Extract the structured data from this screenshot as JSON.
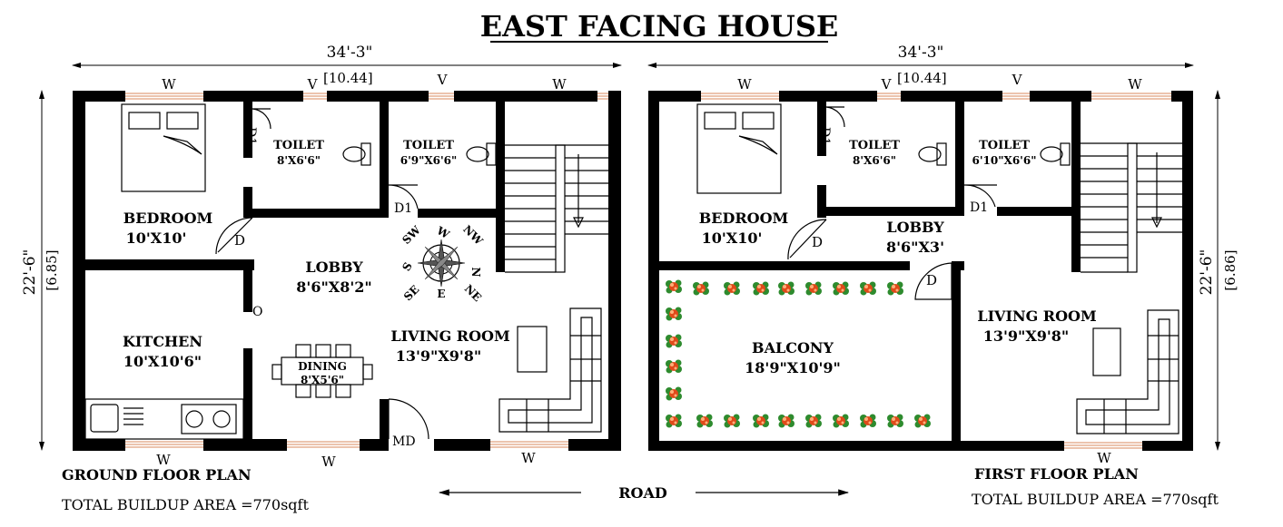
{
  "title": "EAST FACING HOUSE",
  "ground": {
    "width_dim": "34'-3\"",
    "width_m": "[10.44]",
    "height_dim": "22'-6\"",
    "height_m": "[6.85]",
    "rooms": {
      "bedroom_name": "BEDROOM",
      "bedroom_size": "10'X10'",
      "toilet1_name": "TOILET",
      "toilet1_size": "8'X6'6\"",
      "toilet2_name": "TOILET",
      "toilet2_size": "6'9\"X6'6\"",
      "lobby_name": "LOBBY",
      "lobby_size": "8'6\"X8'2\"",
      "kitchen_name": "KITCHEN",
      "kitchen_size": "10'X10'6\"",
      "dining_name": "DINING",
      "dining_size": "8'X5'6\"",
      "living_name": "LIVING ROOM",
      "living_size": "13'9\"X9'8\""
    },
    "labels": {
      "w_top1": "W",
      "v_top1": "V",
      "v_top2": "V",
      "w_top2": "W",
      "d1_a": "D1",
      "d1_b": "D1",
      "d": "D",
      "o": "O",
      "md": "MD",
      "w_bot1": "W",
      "w_bot2": "W",
      "w_bot3": "W"
    },
    "compass": {
      "n": "N",
      "s": "S",
      "e": "E",
      "w": "W",
      "ne": "NE",
      "nw": "NW",
      "se": "SE",
      "sw": "SW"
    },
    "plan_title": "GROUND FLOOR PLAN",
    "area": "TOTAL BUILDUP AREA =770sqft"
  },
  "first": {
    "width_dim": "34'-3\"",
    "width_m": "[10.44]",
    "height_dim": "22'-6\"",
    "height_m": "[6.86]",
    "rooms": {
      "bedroom_name": "BEDROOM",
      "bedroom_size": "10'X10'",
      "toilet1_name": "TOILET",
      "toilet1_size": "8'X6'6\"",
      "toilet2_name": "TOILET",
      "toilet2_size": "6'10\"X6'6\"",
      "lobby_name": "LOBBY",
      "lobby_size": "8'6\"X3'",
      "balcony_name": "BALCONY",
      "balcony_size": "18'9\"X10'9\"",
      "living_name": "LIVING ROOM",
      "living_size": "13'9\"X9'8\""
    },
    "labels": {
      "w_top1": "W",
      "v_top1": "V",
      "v_top2": "V",
      "w_top2": "W",
      "d1_a": "D1",
      "d1_b": "D1",
      "d_a": "D",
      "d_b": "D",
      "w_bot": "W"
    },
    "plan_title": "FIRST FLOOR PLAN",
    "area": "TOTAL BUILDUP AREA =770sqft"
  },
  "road": "ROAD",
  "colors": {
    "window": "#d98a5c",
    "compass": "#a0182a",
    "flower": "#e04a1a",
    "leaf": "#2e8b2e"
  }
}
